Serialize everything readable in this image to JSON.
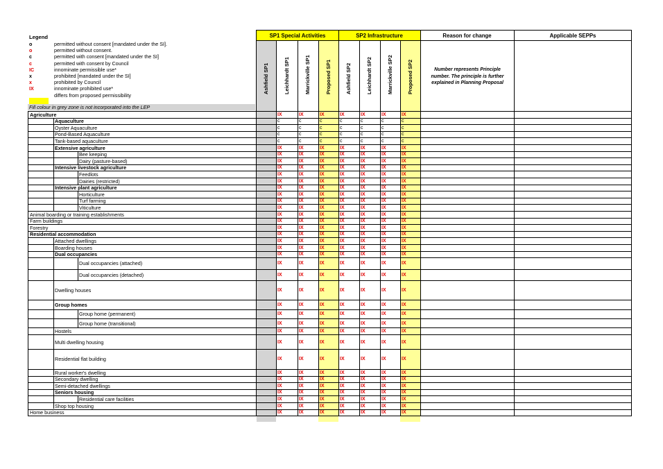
{
  "legend": {
    "title": "Legend",
    "items": [
      {
        "symbol": "o",
        "text": "permitted without consent [mandated under the SI].",
        "color": "#000000"
      },
      {
        "symbol": "o",
        "text": "permitted without consent.",
        "color": "#e00000"
      },
      {
        "symbol": "c",
        "text": "permitted with consent [mandated under the SI]",
        "color": "#000000"
      },
      {
        "symbol": "c",
        "text": "permitted with consent by Council",
        "color": "#e00000"
      },
      {
        "symbol": "IC",
        "text": "innominate permissible use*",
        "color": "#e00000"
      },
      {
        "symbol": "x",
        "text": "prohibited [mandated under the SI]",
        "color": "#000000"
      },
      {
        "symbol": "x",
        "text": "prohibited by Council",
        "color": "#e00000"
      },
      {
        "symbol": "IX",
        "text": "innominate prohibited use*",
        "color": "#e00000"
      },
      {
        "symbol": "",
        "text": "differs from proposed permissibility",
        "color": "#000000"
      }
    ],
    "grey_note": "Fill colour in grey  zone is not incorporated into the LEP"
  },
  "headers": {
    "sp1_group": "SP1 Special Activities",
    "sp2_group": "SP2 Infrastructure",
    "reason": "Reason for change",
    "seps": "Applicable SEPPs",
    "reason_note": "Number represents Principle number. The principle is further explained in Planning Proposal",
    "columns": [
      "Ashfield SP1",
      "Leichhardt SP1",
      "Marrickville SP1",
      "Proposed SP1",
      "Ashfield SP2",
      "Leichhardt SP2",
      "Marrickville SP2",
      "Proposed SP2"
    ]
  },
  "colors": {
    "grey": "#d4d4d4",
    "yellow": "#ffff99",
    "highlight": "#ffff00",
    "red": "#e00000"
  },
  "rows": [
    {
      "label": "Agriculture",
      "level": 0,
      "bold": true,
      "v": [
        "",
        "IX",
        "IX",
        "IX",
        "IX",
        "IX",
        "IX",
        "IX"
      ]
    },
    {
      "label": "Aquaculture",
      "level": 1,
      "bold": true,
      "v": [
        "",
        "c",
        "c",
        "c",
        "c",
        "c",
        "c",
        "c"
      ]
    },
    {
      "label": "Oyster Aquaculture",
      "level": 1,
      "bold": false,
      "v": [
        "",
        "c",
        "c",
        "c",
        "c",
        "c",
        "c",
        "c"
      ]
    },
    {
      "label": "Pond-Based Aquaculture",
      "level": 1,
      "bold": false,
      "v": [
        "",
        "c",
        "c",
        "c",
        "c",
        "c",
        "c",
        "c"
      ]
    },
    {
      "label": "Tank-based aquaculture",
      "level": 1,
      "bold": false,
      "v": [
        "",
        "c",
        "c",
        "c",
        "c",
        "c",
        "c",
        "c"
      ]
    },
    {
      "label": "Extensive agriculture",
      "level": 1,
      "bold": true,
      "v": [
        "",
        "IX",
        "IX",
        "IX",
        "IX",
        "IX",
        "IX",
        "IX"
      ]
    },
    {
      "label": "Bee keeping",
      "level": 2,
      "bold": false,
      "v": [
        "",
        "IX",
        "IX",
        "IX",
        "IX",
        "IX",
        "IX",
        "IX"
      ]
    },
    {
      "label": "Dairy (pasture-based)",
      "level": 2,
      "bold": false,
      "v": [
        "",
        "IX",
        "IX",
        "IX",
        "IX",
        "IX",
        "IX",
        "IX"
      ]
    },
    {
      "label": "Intensive livestock agriculture",
      "level": 1,
      "bold": true,
      "v": [
        "",
        "IX",
        "IX",
        "IX",
        "IX",
        "IX",
        "IX",
        "IX"
      ]
    },
    {
      "label": "Feedlots",
      "level": 2,
      "bold": false,
      "v": [
        "",
        "IX",
        "IX",
        "IX",
        "IX",
        "IX",
        "IX",
        "IX"
      ]
    },
    {
      "label": "Dairies (restricted)",
      "level": 2,
      "bold": false,
      "v": [
        "",
        "IX",
        "IX",
        "IX",
        "IX",
        "IX",
        "IX",
        "IX"
      ]
    },
    {
      "label": "Intensive plant agriculture",
      "level": 1,
      "bold": true,
      "v": [
        "",
        "IX",
        "IX",
        "IX",
        "IX",
        "IX",
        "IX",
        "IX"
      ]
    },
    {
      "label": "Horticulture",
      "level": 2,
      "bold": false,
      "v": [
        "",
        "IX",
        "IX",
        "IX",
        "IX",
        "IX",
        "IX",
        "IX"
      ]
    },
    {
      "label": "Turf farming",
      "level": 2,
      "bold": false,
      "v": [
        "",
        "IX",
        "IX",
        "IX",
        "IX",
        "IX",
        "IX",
        "IX"
      ]
    },
    {
      "label": "Viticulture",
      "level": 2,
      "bold": false,
      "v": [
        "",
        "IX",
        "IX",
        "IX",
        "IX",
        "IX",
        "IX",
        "IX"
      ]
    },
    {
      "label": "Animal boarding or training establishments",
      "level": 0,
      "bold": false,
      "v": [
        "",
        "IX",
        "IX",
        "IX",
        "IX",
        "IX",
        "IX",
        "IX"
      ]
    },
    {
      "label": "Farm buildings",
      "level": 0,
      "bold": false,
      "v": [
        "",
        "IX",
        "IX",
        "IX",
        "IX",
        "IX",
        "IX",
        "IX"
      ]
    },
    {
      "label": "Forestry",
      "level": 0,
      "bold": false,
      "v": [
        "",
        "IX",
        "IX",
        "IX",
        "IX",
        "IX",
        "IX",
        "IX"
      ]
    },
    {
      "label": "Residential accommodation",
      "level": 0,
      "bold": true,
      "v": [
        "",
        "IX",
        "IX",
        "IX",
        "IX",
        "IX",
        "IX",
        "IX"
      ]
    },
    {
      "label": "Attached dwellings",
      "level": 1,
      "bold": false,
      "v": [
        "",
        "IX",
        "IX",
        "IX",
        "IX",
        "IX",
        "IX",
        "IX"
      ]
    },
    {
      "label": "Boarding houses",
      "level": 1,
      "bold": false,
      "v": [
        "",
        "IX",
        "IX",
        "IX",
        "IX",
        "IX",
        "IX",
        "IX"
      ]
    },
    {
      "label": "Dual occupancies",
      "level": 1,
      "bold": true,
      "v": [
        "",
        "IX",
        "IX",
        "IX",
        "IX",
        "IX",
        "IX",
        "IX"
      ]
    },
    {
      "label": "Dual occupancies (attached)",
      "level": 2,
      "bold": false,
      "v": [
        "",
        "IX",
        "IX",
        "IX",
        "IX",
        "IX",
        "IX",
        "IX"
      ]
    },
    {
      "label": "Dual occupancies (detached)",
      "level": 2,
      "bold": false,
      "v": [
        "",
        "IX",
        "IX",
        "IX",
        "IX",
        "IX",
        "IX",
        "IX"
      ]
    },
    {
      "label": "Dwelling houses",
      "level": 1,
      "bold": false,
      "v": [
        "",
        "IX",
        "IX",
        "IX",
        "IX",
        "IX",
        "IX",
        "IX"
      ]
    },
    {
      "label": "Group homes",
      "level": 1,
      "bold": true,
      "v": [
        "",
        "IX",
        "IX",
        "IX",
        "IX",
        "IX",
        "IX",
        "IX"
      ]
    },
    {
      "label": "Group home (permanent)",
      "level": 2,
      "bold": false,
      "v": [
        "",
        "IX",
        "IX",
        "IX",
        "IX",
        "IX",
        "IX",
        "IX"
      ]
    },
    {
      "label": "Group home (transitional)",
      "level": 2,
      "bold": false,
      "v": [
        "",
        "IX",
        "IX",
        "IX",
        "IX",
        "IX",
        "IX",
        "IX"
      ]
    },
    {
      "label": "Hostels",
      "level": 1,
      "bold": false,
      "v": [
        "",
        "IX",
        "IX",
        "IX",
        "IX",
        "IX",
        "IX",
        "IX"
      ]
    },
    {
      "label": "Multi dwelling housing",
      "level": 1,
      "bold": false,
      "v": [
        "",
        "IX",
        "IX",
        "IX",
        "IX",
        "IX",
        "IX",
        "IX"
      ]
    },
    {
      "label": "Residential flat building",
      "level": 1,
      "bold": false,
      "v": [
        "",
        "IX",
        "IX",
        "IX",
        "IX",
        "IX",
        "IX",
        "IX"
      ]
    },
    {
      "label": "Rural worker's dwelling",
      "level": 1,
      "bold": false,
      "v": [
        "",
        "IX",
        "IX",
        "IX",
        "IX",
        "IX",
        "IX",
        "IX"
      ]
    },
    {
      "label": "Secondary dwelling",
      "level": 1,
      "bold": false,
      "v": [
        "",
        "IX",
        "IX",
        "IX",
        "IX",
        "IX",
        "IX",
        "IX"
      ]
    },
    {
      "label": "Semi-detached dwellings",
      "level": 1,
      "bold": false,
      "v": [
        "",
        "IX",
        "IX",
        "IX",
        "IX",
        "IX",
        "IX",
        "IX"
      ]
    },
    {
      "label": "Seniors housing",
      "level": 1,
      "bold": true,
      "v": [
        "",
        "IX",
        "IX",
        "IX",
        "IX",
        "IX",
        "IX",
        "IX"
      ]
    },
    {
      "label": "Residential care facilities",
      "level": 2,
      "bold": false,
      "v": [
        "",
        "IX",
        "IX",
        "IX",
        "IX",
        "IX",
        "IX",
        "IX"
      ]
    },
    {
      "label": "Shop top housing",
      "level": 1,
      "bold": false,
      "v": [
        "",
        "IX",
        "IX",
        "IX",
        "IX",
        "IX",
        "IX",
        "IX"
      ]
    },
    {
      "label": "Home business",
      "level": 0,
      "bold": false,
      "v": [
        "",
        "IX",
        "IX",
        "IX",
        "IX",
        "IX",
        "IX",
        "IX"
      ]
    }
  ]
}
